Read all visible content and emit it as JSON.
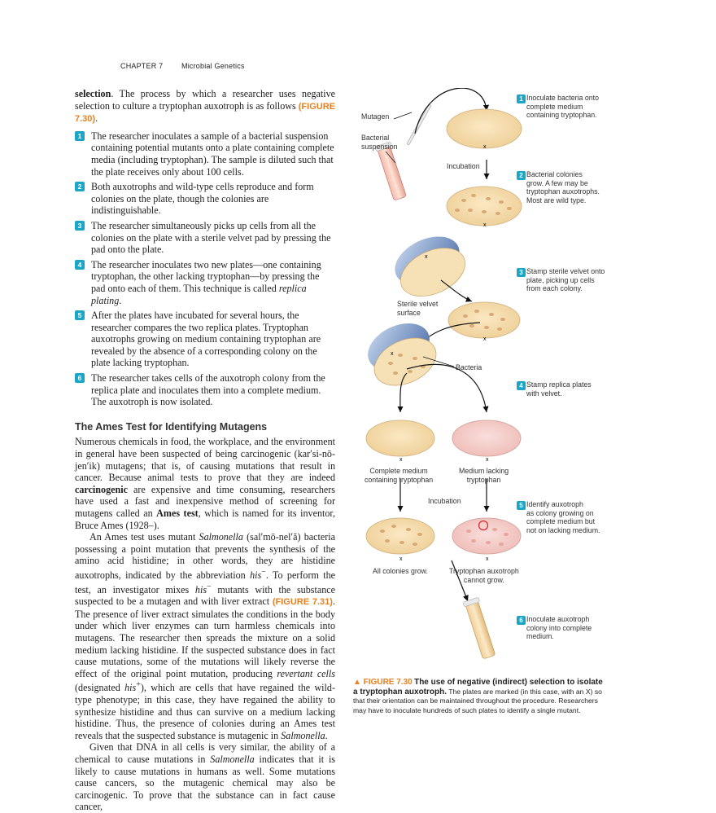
{
  "header": {
    "chapter": "CHAPTER 7",
    "title": "Microbial Genetics"
  },
  "intro": {
    "bold_word": "selection",
    "text": ". The process by which a researcher uses negative selection to culture a tryptophan auxotroph is as follows ",
    "fig_ref": "(FIGURE 7.30)",
    "end": "."
  },
  "steps": [
    {
      "num": "1",
      "text": "The researcher inoculates a sample of a bacterial suspension containing potential mutants onto a plate containing complete media (including tryptophan). The sample is diluted such that the plate receives only about 100 cells."
    },
    {
      "num": "2",
      "text": "Both auxotrophs and wild-type cells reproduce and form colonies on the plate, though the colonies are indistinguishable."
    },
    {
      "num": "3",
      "text": "The researcher simultaneously picks up cells from all the colonies on the plate with a sterile velvet pad by pressing the pad onto the plate."
    },
    {
      "num": "4",
      "text": "The researcher inoculates two new plates—one containing tryptophan, the other lacking tryptophan—by pressing the pad onto each of them. This technique is called ",
      "italic": "replica plating",
      "end": "."
    },
    {
      "num": "5",
      "text": "After the plates have incubated for several hours, the researcher compares the two replica plates. Tryptophan auxotrophs growing on medium containing tryptophan are revealed by the absence of a corresponding colony on the plate lacking tryptophan."
    },
    {
      "num": "6",
      "text": "The researcher takes cells of the auxotroph colony from the replica plate and inoculates them into a complete medium. The auxotroph is now isolated."
    }
  ],
  "section_title": "The Ames Test for Identifying Mutagens",
  "para1": {
    "a": "Numerous chemicals in food, the workplace, and the environment in general have been suspected of being carcinogenic (kar′si-nō-jen′ik) mutagens; that is, of causing mutations that result in cancer. Because animal tests to prove that they are indeed ",
    "b_bold": "carcinogenic",
    "c": " are expensive and time consuming, researchers have used a fast and inexpensive method of screening for mutagens called an ",
    "d_bold": "Ames test",
    "e": ", which is named for its inventor, Bruce Ames (1928–)."
  },
  "para2": {
    "a": "An Ames test uses mutant ",
    "salmonella": "Salmonella",
    "b": " (sal′mō-nel′ă) bacteria possessing a point mutation that prevents the synthesis of the amino acid histidine; in other words, they are histidine auxotrophs, indicated by the abbreviation ",
    "his_minus": "his",
    "c": ". To perform the test, an investigator mixes ",
    "d": " mutants with the substance suspected to be a mutagen and with liver extract ",
    "fig_ref": "(FIGURE 7.31)",
    "e": ". The presence of liver extract simulates the conditions in the body under which liver enzymes can turn harmless chemicals into mutagens. The researcher then spreads the mixture on a solid medium lacking histidine. If the suspected substance does in fact cause mutations, some of the mutations will likely reverse the effect of the original point mutation, producing ",
    "revertant": "revertant cells",
    "f": " (designated ",
    "g": "), which are cells that have regained the wild-type phenotype; in this case, they have regained the ability to synthesize histidine and thus can survive on a medium lacking histidine. Thus, the presence of colonies during an Ames test reveals that the suspected substance is mutagenic in ",
    "h": "."
  },
  "para3": {
    "a": "Given that DNA in all cells is very similar, the ability of a chemical to cause mutations in ",
    "b": " indicates that it is likely to cause mutations in humans as well. Some mutations cause cancers, so the mutagenic chemical may also be carcinogenic. To prove that the substance can in fact cause cancer,"
  },
  "figure": {
    "labels": {
      "mutagen": "Mutagen",
      "bacterial_suspension": "Bacterial\nsuspension",
      "incubation1": "Incubation",
      "sterile_velvet": "Sterile velvet\nsurface",
      "bacteria": "Bacteria",
      "complete_medium": "Complete medium\ncontaining tryptophan",
      "medium_lacking": "Medium lacking\ntryptophan",
      "incubation2": "Incubation",
      "all_grow": "All colonies grow.",
      "trp_cannot": "Tryptophan auxotroph\ncannot grow."
    },
    "steps": [
      {
        "num": "1",
        "text": "Inoculate bacteria onto\ncomplete medium\ncontaining tryptophan."
      },
      {
        "num": "2",
        "text": "Bacterial colonies\ngrow. A few may be\ntryptophan auxotrophs.\nMost are wild type."
      },
      {
        "num": "3",
        "text": "Stamp sterile velvet onto\nplate, picking up cells\nfrom each colony."
      },
      {
        "num": "4",
        "text": "Stamp replica plates\nwith velvet."
      },
      {
        "num": "5",
        "text": "Identify auxotroph\nas colony growing on\ncomplete medium but\nnot on lacking medium."
      },
      {
        "num": "6",
        "text": "Inoculate auxotroph\ncolony into complete\nmedium."
      }
    ],
    "mark": "x"
  },
  "caption": {
    "fig": "▲ FIGURE 7.30",
    "bold": "The use of negative (indirect) selection to isolate a tryptophan auxotroph.",
    "text": " The plates are marked (in this case, with an X) so that their orientation can be maintained throughout the procedure. Researchers may have to inoculate hundreds of such plates to identify a single mutant."
  },
  "colors": {
    "accent": "#e8801f",
    "step_badge": "#1ba6c8",
    "plate_complete": "#f2d9a8",
    "plate_lacking": "#f3c9c6"
  }
}
